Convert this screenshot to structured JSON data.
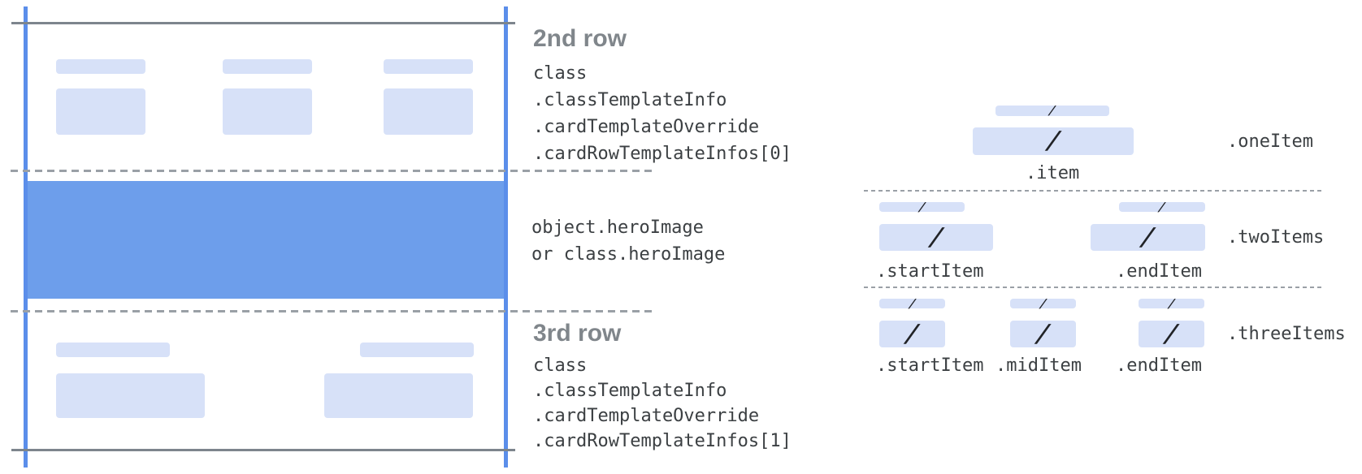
{
  "glyphs": {
    "slash": "/"
  },
  "annotations": {
    "row2": {
      "title": "2nd row",
      "code": [
        "class",
        ".classTemplateInfo",
        ".cardTemplateOverride",
        ".cardRowTemplateInfos[0]"
      ]
    },
    "hero": {
      "code": [
        "object.heroImage",
        "or class.heroImage"
      ]
    },
    "row3": {
      "title": "3rd row",
      "code": [
        "class",
        ".classTemplateInfo",
        ".cardTemplateOverride",
        ".cardRowTemplateInfos[1]"
      ]
    }
  },
  "right_panel": {
    "sections": [
      {
        "name": ".oneItem",
        "item_labels": [
          ".item"
        ]
      },
      {
        "name": ".twoItems",
        "item_labels": [
          ".startItem",
          ".endItem"
        ]
      },
      {
        "name": ".threeItems",
        "item_labels": [
          ".startItem",
          ".midItem",
          ".endItem"
        ]
      }
    ]
  },
  "colors": {
    "placeholder_box": "#d7e1f8",
    "hero_band": "#6d9eeb",
    "guide_line": "#5b8eea",
    "solid_border": "#7d858d",
    "dashed_divider": "#9aa0a6",
    "heading_text": "#80868b",
    "code_text": "#3c4043"
  }
}
